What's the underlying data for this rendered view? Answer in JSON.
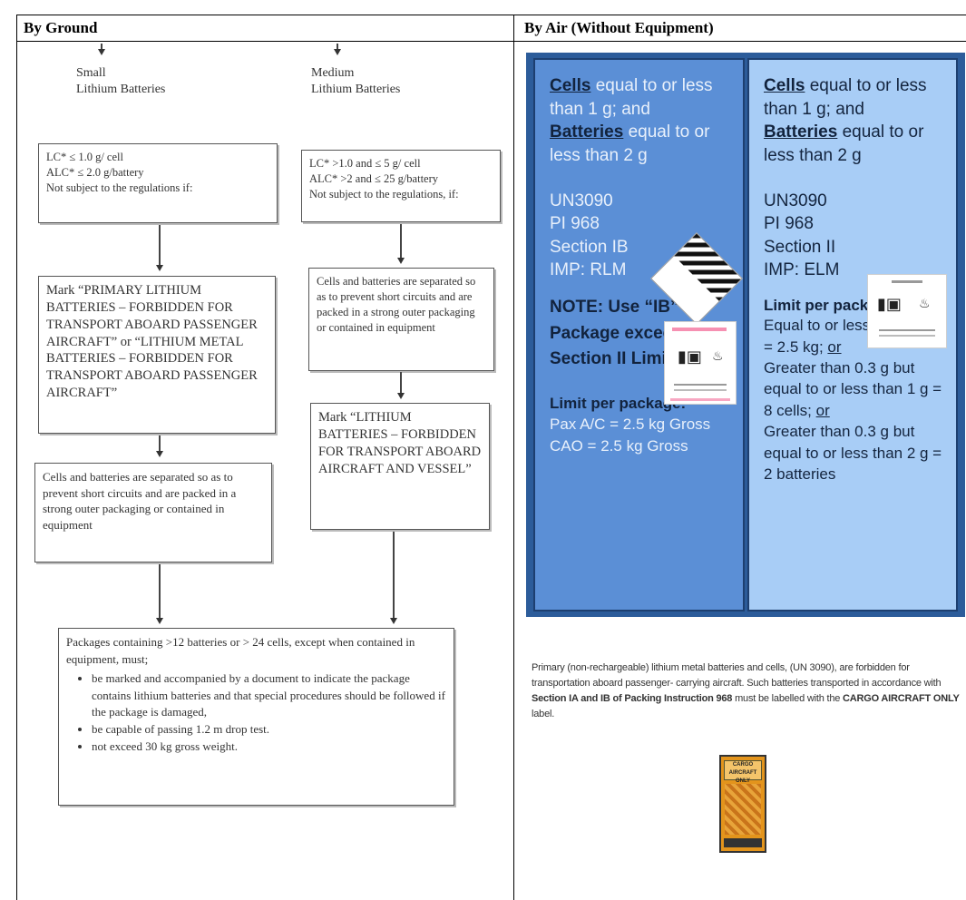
{
  "headers": {
    "ground": "By Ground",
    "air": "By Air (Without Equipment)"
  },
  "ground": {
    "small_title": [
      "Small",
      "Lithium Batteries"
    ],
    "medium_title": [
      "Medium",
      "Lithium Batteries"
    ],
    "small_box1": [
      "LC* ≤ 1.0 g/ cell",
      "ALC* ≤ 2.0 g/battery",
      "Not subject to the regulations if:"
    ],
    "medium_box1": [
      "LC* >1.0 and ≤ 5 g/ cell",
      "ALC* >2 and ≤ 25 g/battery",
      "Not subject to the regulations, if:"
    ],
    "small_box2": "Mark “PRIMARY LITHIUM BATTERIES – FORBIDDEN FOR TRANSPORT ABOARD PASSENGER AIRCRAFT” or “LITHIUM METAL BATTERIES – FORBIDDEN FOR TRANSPORT ABOARD PASSENGER AIRCRAFT”",
    "medium_box2": "Cells and batteries are separated so as to prevent short circuits and are packed in a strong outer packaging or contained in equipment",
    "small_box3": "Cells and batteries are separated so as to prevent short circuits and are packed in a strong outer packaging or contained in equipment",
    "medium_box3": "Mark “LITHIUM BATTERIES – FORBIDDEN FOR TRANSPORT ABOARD AIRCRAFT AND VESSEL”",
    "package_intro": "Packages containing >12 batteries or > 24 cells, except when contained in equipment, must;",
    "package_bullets": [
      "be marked and accompanied by a document to indicate the package contains lithium batteries and that special procedures should be followed if the package is damaged,",
      "be capable of passing 1.2 m drop test.",
      "not exceed 30 kg gross weight."
    ]
  },
  "air": {
    "left": {
      "cells_word": "Cells",
      "cells_rest": " equal to or less than 1 g; and",
      "batteries_word": "Batteries",
      "batteries_rest": " equal to or less than 2 g",
      "un": "UN3090",
      "pi": "PI 968",
      "section": "Section IB",
      "imp": "IMP: RLM",
      "note": "NOTE: Use “IB” if Package exceeds Section II Limits",
      "limit_heading": "Limit per package:",
      "limit_lines": [
        "Pax A/C = 2.5 kg Gross",
        "CAO = 2.5 kg Gross"
      ]
    },
    "right": {
      "cells_word": "Cells",
      "cells_rest": " equal to or less than 1 g; and",
      "batteries_word": "Batteries",
      "batteries_rest": " equal to or less than 2 g",
      "un": "UN3090",
      "pi": "PI 968",
      "section": "Section II",
      "imp": "IMP: ELM",
      "limit_heading": "Limit per package:",
      "limit_1": "Equal to or less than 0.3g = 2.5 kg; ",
      "limit_or": "or",
      "limit_2": "Greater than 0.3 g but equal to or less than 1 g = 8 cells; ",
      "limit_3": "Greater than 0.3 g but equal to or less than 2 g = 2 batteries"
    },
    "footnote_a": "Primary (non-rechargeable) lithium metal batteries and cells, (UN 3090), are forbidden for transportation aboard passenger- carrying aircraft. Such batteries transported in accordance with ",
    "footnote_b": "Section IA and IB of Packing Instruction 968",
    "footnote_c": " must be labelled with the ",
    "footnote_d": "CARGO AIRCRAFT ONLY",
    "footnote_e": " label.",
    "cao_label_text": "CARGO AIRCRAFT ONLY"
  }
}
